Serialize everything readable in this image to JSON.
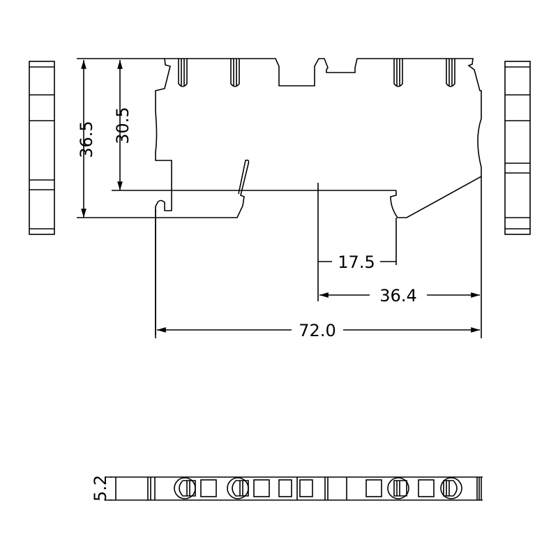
{
  "drawing": {
    "dimensions": {
      "height_total": "36.5",
      "height_rail": "30.5",
      "offset_small": "17.5",
      "offset_center": "36.4",
      "width_total": "72.0",
      "thickness": "5.2"
    },
    "line_color": "#000000",
    "background": "#ffffff"
  }
}
